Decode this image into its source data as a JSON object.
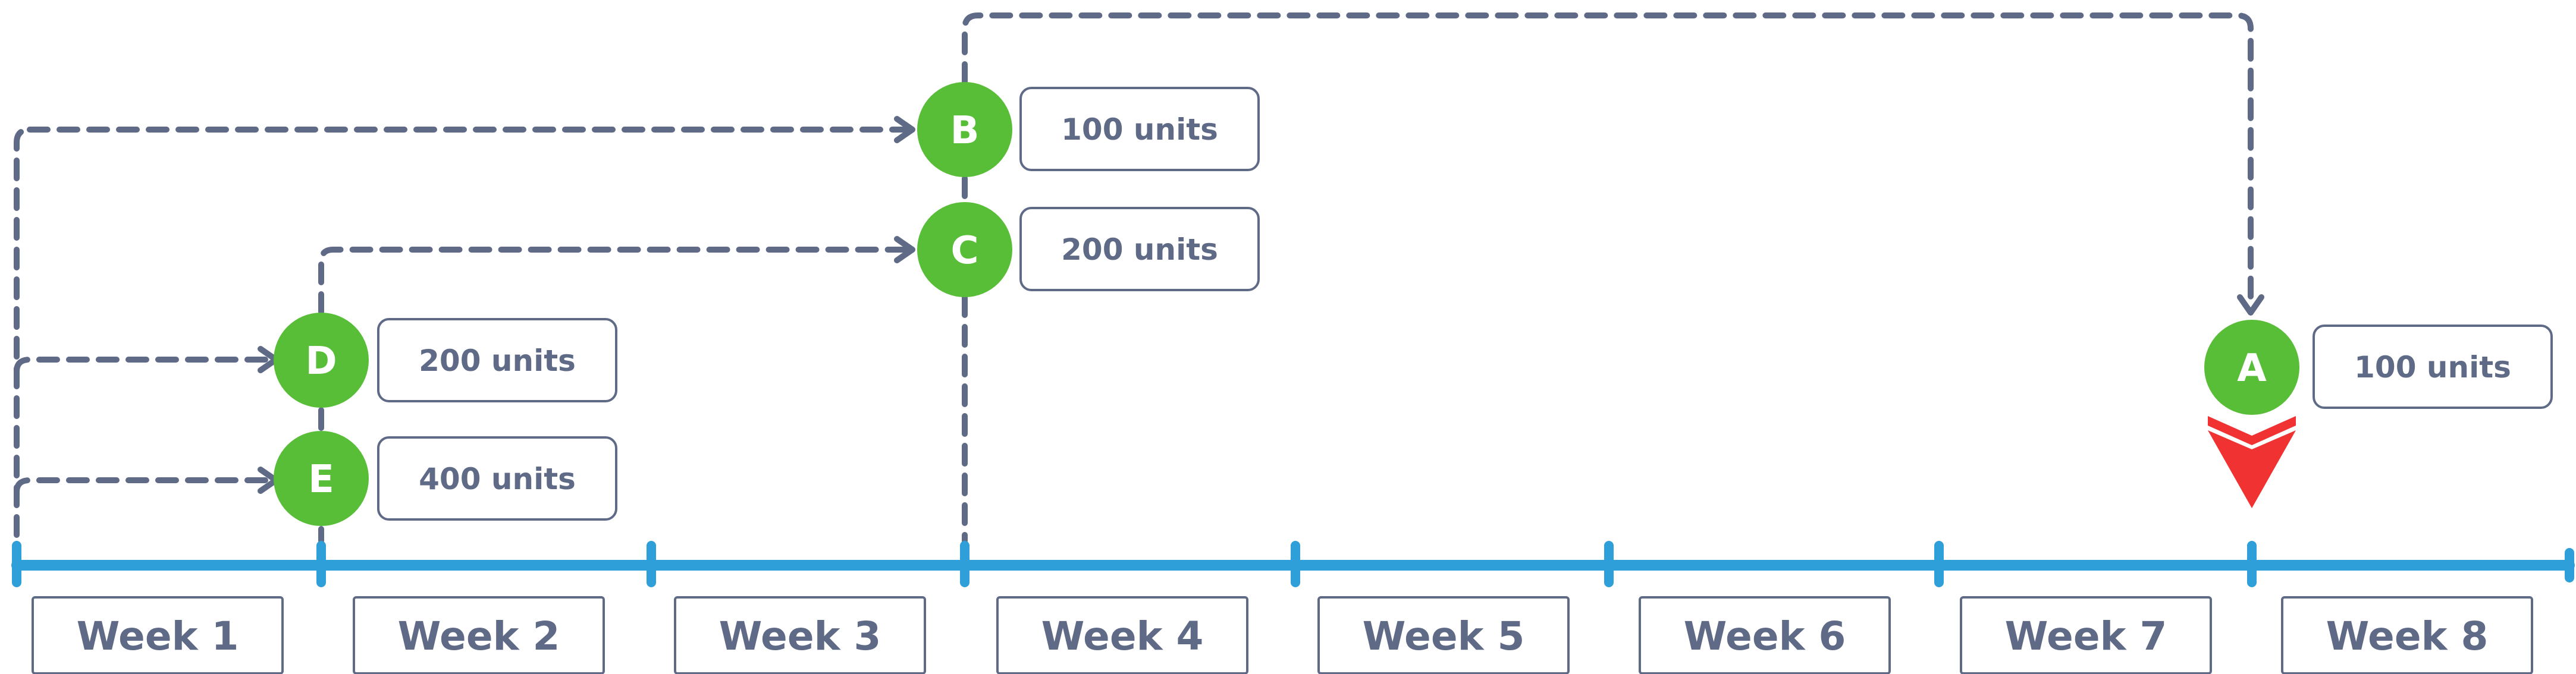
{
  "timeline": {
    "weeks": [
      "Week 1",
      "Week 2",
      "Week 3",
      "Week 4",
      "Week 5",
      "Week 6",
      "Week 7",
      "Week 8"
    ]
  },
  "nodes": {
    "A": {
      "letter": "A",
      "quantity": "100 units"
    },
    "B": {
      "letter": "B",
      "quantity": "100 units"
    },
    "C": {
      "letter": "C",
      "quantity": "200 units"
    },
    "D": {
      "letter": "D",
      "quantity": "200 units"
    },
    "E": {
      "letter": "E",
      "quantity": "400 units"
    }
  },
  "colors": {
    "node": "#58BE37",
    "line": "#5F6A86",
    "axis": "#2E9FD8",
    "marker": "#F03232"
  },
  "icons": {
    "due_marker": "double-chevron-down-icon"
  }
}
